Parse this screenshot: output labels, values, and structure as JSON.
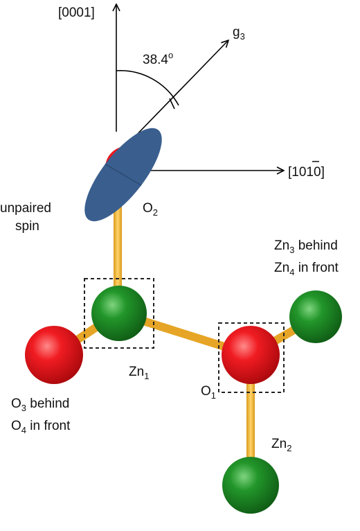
{
  "axes": {
    "vertical": "[0001]",
    "horizontal": "[10̄̄1̄0]",
    "horizontal_parts": [
      "[10",
      "1",
      "0]"
    ],
    "g3_base": "g",
    "g3_sub": "3",
    "angle": "38.4",
    "angle_unit": "o"
  },
  "labels": {
    "unpaired_line1": "unpaired",
    "unpaired_line2": "spin",
    "o2_base": "O",
    "o2_sub": "2",
    "zn1_base": "Zn",
    "zn1_sub": "1",
    "o1_base": "O",
    "o1_sub": "1",
    "zn2_base": "Zn",
    "zn2_sub": "2",
    "zn34_l1_base": "Zn",
    "zn34_l1_sub": "3",
    "zn34_l1_rest": " behind",
    "zn34_l2_base": "Zn",
    "zn34_l2_sub": "4",
    "zn34_l2_rest": " in front",
    "o34_l1_base": "O",
    "o34_l1_sub": "3",
    "o34_l1_rest": " behind",
    "o34_l2_base": "O",
    "o34_l2_sub": "4",
    "o34_l2_rest": " in front"
  },
  "colors": {
    "oxygen": "#e8151b",
    "zinc": "#1f8a22",
    "bond": "#f2b630",
    "spin": "#3a5f8f"
  }
}
